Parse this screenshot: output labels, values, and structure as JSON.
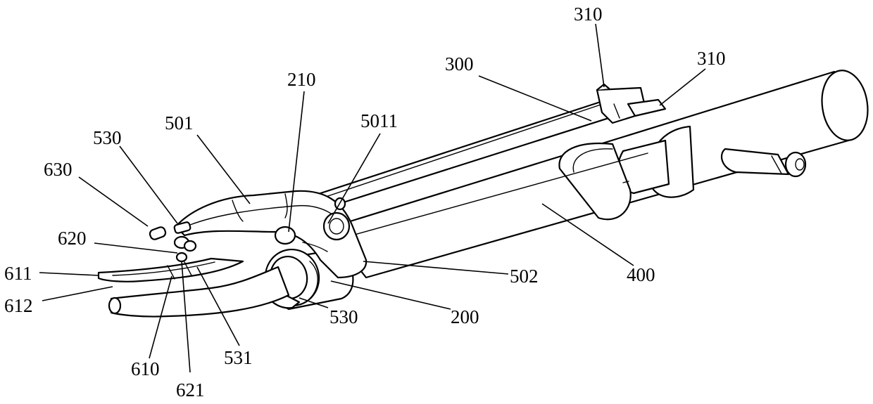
{
  "labels": {
    "l310a": "310",
    "l310b": "310",
    "l300": "300",
    "l210": "210",
    "l501": "501",
    "l5011": "5011",
    "l530a": "530",
    "l630": "630",
    "l620": "620",
    "l611": "611",
    "l612": "612",
    "l502": "502",
    "l400": "400",
    "l200": "200",
    "l530b": "530",
    "l531": "531",
    "l610": "610",
    "l621": "621"
  }
}
